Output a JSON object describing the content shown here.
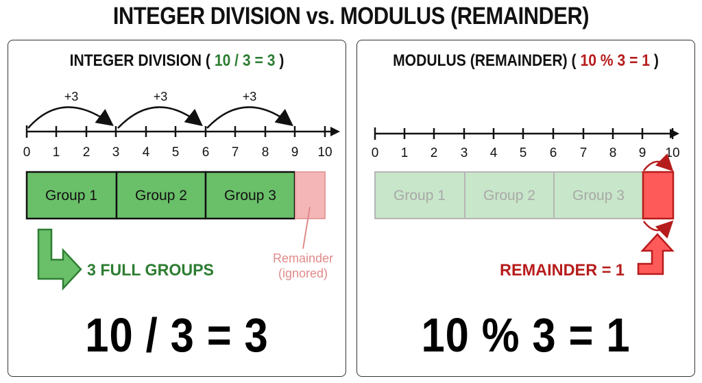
{
  "title": "INTEGER DIVISION vs. MODULUS (REMAINDER)",
  "colors": {
    "group_fill": "#6abf69",
    "group_faded_fill": "#c8e6c9",
    "remainder_faded": "#f4b6b6",
    "remainder_fill": "#ff5a5a",
    "accent_green": "#2e7d32",
    "accent_red": "#b71c1c"
  },
  "left_panel": {
    "title_prefix": "INTEGER DIVISION (",
    "title_expr": "10 / 3 = 3",
    "title_suffix": ")",
    "jumps": [
      "+3",
      "+3",
      "+3"
    ],
    "ticks": [
      "0",
      "1",
      "2",
      "3",
      "4",
      "5",
      "6",
      "7",
      "8",
      "9",
      "10"
    ],
    "groups": [
      "Group 1",
      "Group 2",
      "Group 3"
    ],
    "full_groups_label": "3 FULL GROUPS",
    "remainder_label_line1": "Remainder",
    "remainder_label_line2": "(ignored)",
    "equation": "10 / 3 = 3"
  },
  "right_panel": {
    "title_prefix": "MODULUS (REMAINDER) (",
    "title_expr": "10 % 3 = 1",
    "title_suffix": ")",
    "ticks": [
      "0",
      "1",
      "2",
      "3",
      "4",
      "5",
      "6",
      "7",
      "8",
      "9",
      "10"
    ],
    "groups": [
      "Group 1",
      "Group 2",
      "Group 3"
    ],
    "remainder_label": "REMAINDER = 1",
    "equation": "10 % 3 = 1"
  }
}
